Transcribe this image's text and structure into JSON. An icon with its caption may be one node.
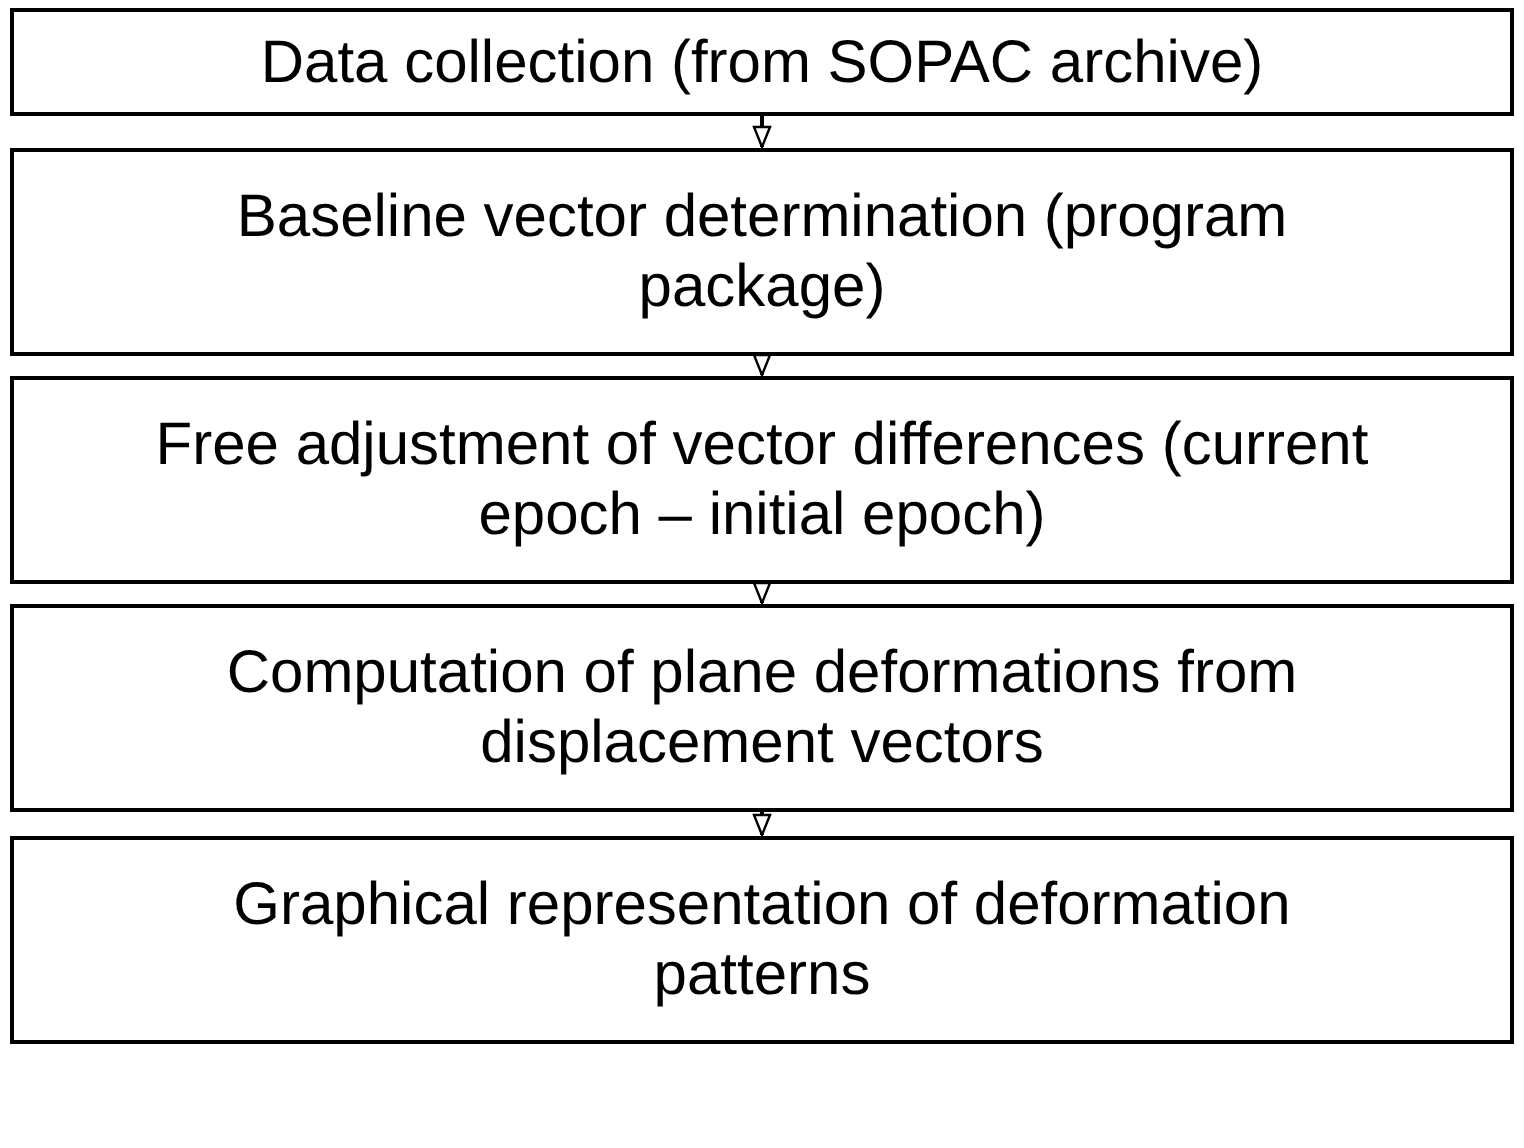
{
  "diagram": {
    "nodes": [
      {
        "text": [
          "Data collection (from SOPAC archive)"
        ]
      },
      {
        "text": [
          "Baseline vector determination (program package)"
        ]
      },
      {
        "text": [
          "Free adjustment of vector differences (current epoch – initial epoch)"
        ]
      },
      {
        "text": [
          "Computation of plane deformations from displacement vectors"
        ]
      },
      {
        "text": [
          "Graphical representation of deformation patterns"
        ]
      }
    ],
    "edges": [
      {
        "from": 0,
        "to": 1,
        "arrow": "to"
      },
      {
        "from": 1,
        "to": 2,
        "arrow": "to"
      },
      {
        "from": 2,
        "to": 3,
        "arrow": "to"
      },
      {
        "from": 3,
        "to": 4,
        "arrow": "to"
      }
    ]
  }
}
